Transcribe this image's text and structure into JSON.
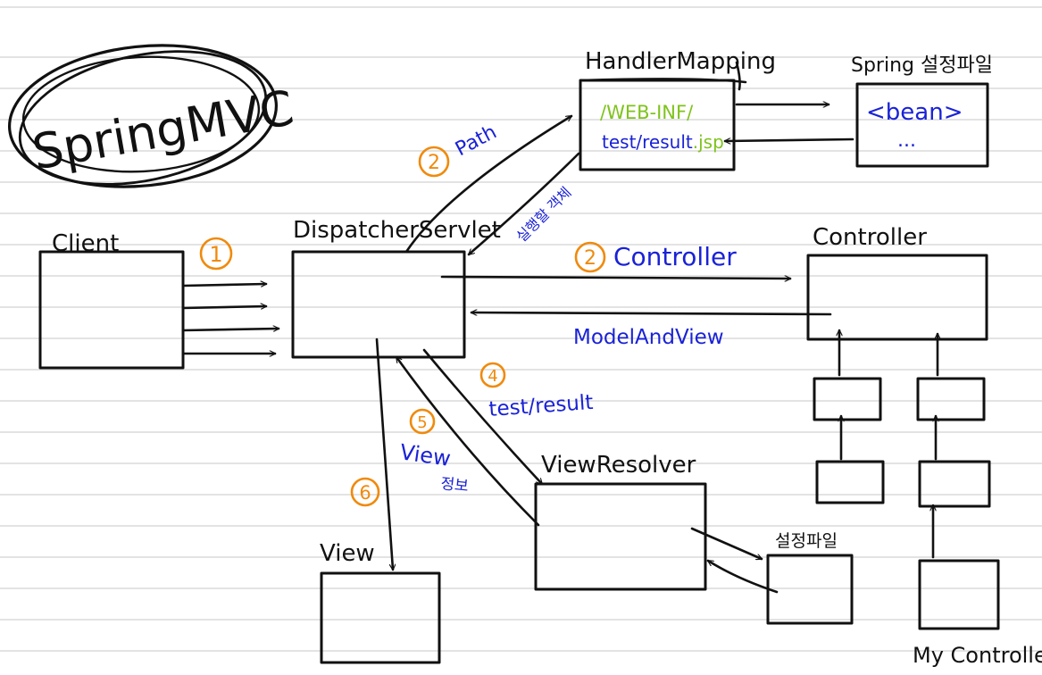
{
  "title": "SpringMVC",
  "client": {
    "label": "Client"
  },
  "dispatcher": {
    "label": "DispatcherServlet"
  },
  "handler_mapping": {
    "label": "HandlerMapping",
    "path_line1": "/WEB-INF/",
    "path_line2_prefix": "test/result",
    "path_line2_ext": ".jsp"
  },
  "spring_config": {
    "label": "Spring 설정파일",
    "bean": "<bean>",
    "ellipsis": "..."
  },
  "controller": {
    "label": "Controller"
  },
  "view_resolver": {
    "label": "ViewResolver"
  },
  "config_file": {
    "label": "설정파일"
  },
  "view": {
    "label": "View"
  },
  "my_controller": {
    "label": "My Controller"
  },
  "steps": {
    "s1": "1",
    "s2a": "2",
    "s2a_text": "Path",
    "s_obj_text": "실행할 객체",
    "s2b": "2",
    "s2b_text": "Controller",
    "mav_text": "ModelAndView",
    "s4": "4",
    "s4_text": "test/result",
    "s5": "5",
    "s5_text_line1": "View",
    "s5_text_line2": "정보",
    "s6": "6"
  },
  "colors": {
    "ink": "#111111",
    "blue": "#1a22d6",
    "orange": "#f08a0c",
    "green": "#7fc31c"
  }
}
